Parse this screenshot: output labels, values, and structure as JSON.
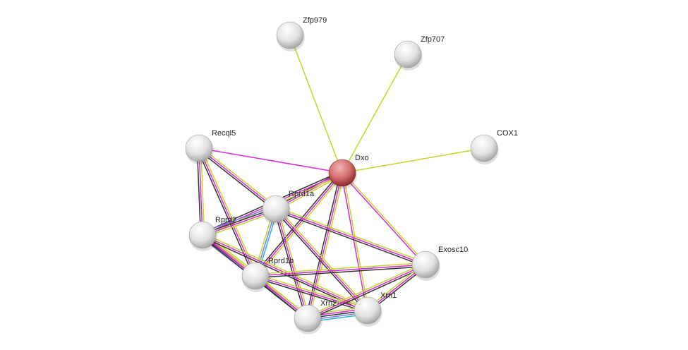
{
  "network": {
    "colors": {
      "y": "#c6d42a",
      "m": "#d62ad6",
      "k": "#333333",
      "b": "#7b7bef",
      "c": "#2ab4d6"
    },
    "nodes": [
      {
        "id": "Dxo",
        "label": "Dxo",
        "query": true
      },
      {
        "id": "Zfp979",
        "label": "Zfp979"
      },
      {
        "id": "Zfp707",
        "label": "Zfp707"
      },
      {
        "id": "COX1",
        "label": "COX1"
      },
      {
        "id": "Recql5",
        "label": "Recql5"
      },
      {
        "id": "Rprd1a",
        "label": "Rprd1a"
      },
      {
        "id": "Rprd2",
        "label": "Rprd2"
      },
      {
        "id": "Rprd1b",
        "label": "Rprd1b"
      },
      {
        "id": "Exosc10",
        "label": "Exosc10"
      },
      {
        "id": "Xrn2",
        "label": "Xrn2"
      },
      {
        "id": "Xrn1",
        "label": "Xrn1"
      }
    ],
    "edges": [
      {
        "a": "Dxo",
        "b": "Zfp979",
        "ev": [
          "y"
        ]
      },
      {
        "a": "Dxo",
        "b": "Zfp707",
        "ev": [
          "y"
        ]
      },
      {
        "a": "Dxo",
        "b": "COX1",
        "ev": [
          "y"
        ]
      },
      {
        "a": "Dxo",
        "b": "Recql5",
        "ev": [
          "m"
        ]
      },
      {
        "a": "Dxo",
        "b": "Rprd1a",
        "ev": [
          "y",
          "m",
          "k"
        ]
      },
      {
        "a": "Dxo",
        "b": "Rprd2",
        "ev": [
          "y",
          "m",
          "k"
        ]
      },
      {
        "a": "Dxo",
        "b": "Rprd1b",
        "ev": [
          "y",
          "m",
          "k"
        ]
      },
      {
        "a": "Dxo",
        "b": "Xrn2",
        "ev": [
          "y",
          "m",
          "k"
        ]
      },
      {
        "a": "Dxo",
        "b": "Xrn1",
        "ev": [
          "y",
          "m"
        ]
      },
      {
        "a": "Dxo",
        "b": "Exosc10",
        "ev": [
          "y",
          "m"
        ]
      },
      {
        "a": "Recql5",
        "b": "Rprd1a",
        "ev": [
          "y",
          "m",
          "k"
        ]
      },
      {
        "a": "Recql5",
        "b": "Rprd2",
        "ev": [
          "y",
          "m",
          "k"
        ]
      },
      {
        "a": "Recql5",
        "b": "Rprd1b",
        "ev": [
          "y",
          "m",
          "k"
        ]
      },
      {
        "a": "Rprd1a",
        "b": "Rprd2",
        "ev": [
          "y",
          "m",
          "k",
          "b"
        ]
      },
      {
        "a": "Rprd1a",
        "b": "Rprd1b",
        "ev": [
          "c",
          "b",
          "y"
        ]
      },
      {
        "a": "Rprd1a",
        "b": "Xrn2",
        "ev": [
          "y",
          "m",
          "k"
        ]
      },
      {
        "a": "Rprd1a",
        "b": "Xrn1",
        "ev": [
          "y",
          "m",
          "k"
        ]
      },
      {
        "a": "Rprd1a",
        "b": "Exosc10",
        "ev": [
          "y",
          "m",
          "k"
        ]
      },
      {
        "a": "Rprd2",
        "b": "Rprd1b",
        "ev": [
          "y",
          "m",
          "k",
          "b"
        ]
      },
      {
        "a": "Rprd2",
        "b": "Xrn2",
        "ev": [
          "y",
          "m",
          "k"
        ]
      },
      {
        "a": "Rprd2",
        "b": "Xrn1",
        "ev": [
          "y",
          "m",
          "k"
        ]
      },
      {
        "a": "Rprd1b",
        "b": "Xrn2",
        "ev": [
          "y",
          "m",
          "k"
        ]
      },
      {
        "a": "Rprd1b",
        "b": "Xrn1",
        "ev": [
          "y",
          "m",
          "k"
        ]
      },
      {
        "a": "Rprd1b",
        "b": "Exosc10",
        "ev": [
          "y",
          "m",
          "k"
        ]
      },
      {
        "a": "Xrn2",
        "b": "Xrn1",
        "ev": [
          "y",
          "m",
          "k",
          "b",
          "c"
        ]
      },
      {
        "a": "Xrn2",
        "b": "Exosc10",
        "ev": [
          "y",
          "m",
          "k"
        ]
      },
      {
        "a": "Xrn1",
        "b": "Exosc10",
        "ev": [
          "y",
          "m",
          "k"
        ]
      }
    ]
  }
}
